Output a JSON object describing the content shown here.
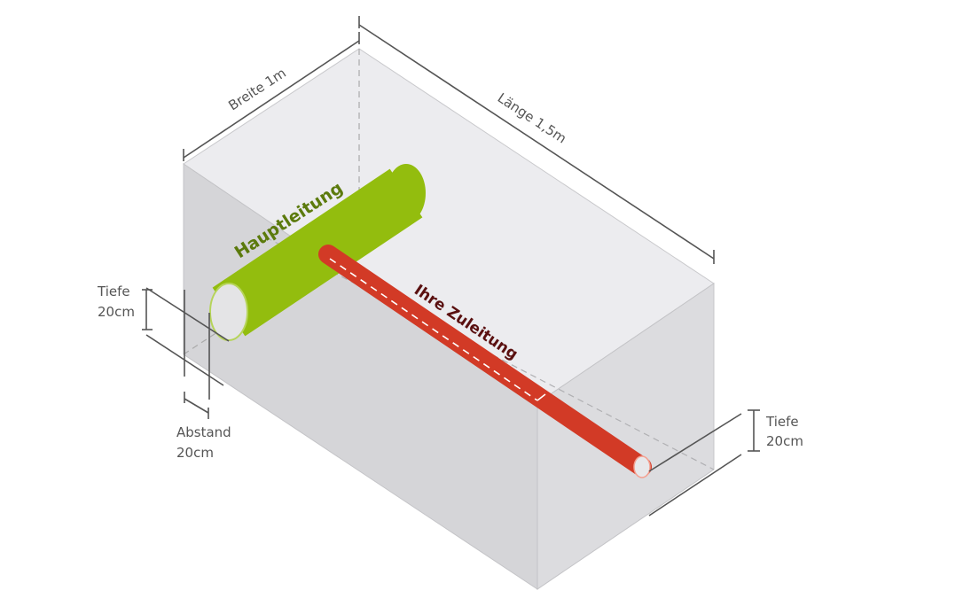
{
  "labels": {
    "width": "Breite 1m",
    "length": "Länge 1,5m",
    "main_pipe": "Hauptleitung",
    "your_pipe": "Ihre Zuleitung",
    "depth_left_line1": "Tiefe",
    "depth_left_line2": "20cm",
    "distance_line1": "Abstand",
    "distance_line2": "20cm",
    "depth_right_line1": "Tiefe",
    "depth_right_line2": "20cm"
  },
  "colors": {
    "main_pipe": "#93bd0e",
    "main_pipe_text": "#5b7a0c",
    "your_pipe": "#d23a26",
    "your_pipe_text": "#5a1010",
    "box_top": "#ececef",
    "box_front": "#d6d6d9",
    "box_right": "#dcdcdf"
  }
}
